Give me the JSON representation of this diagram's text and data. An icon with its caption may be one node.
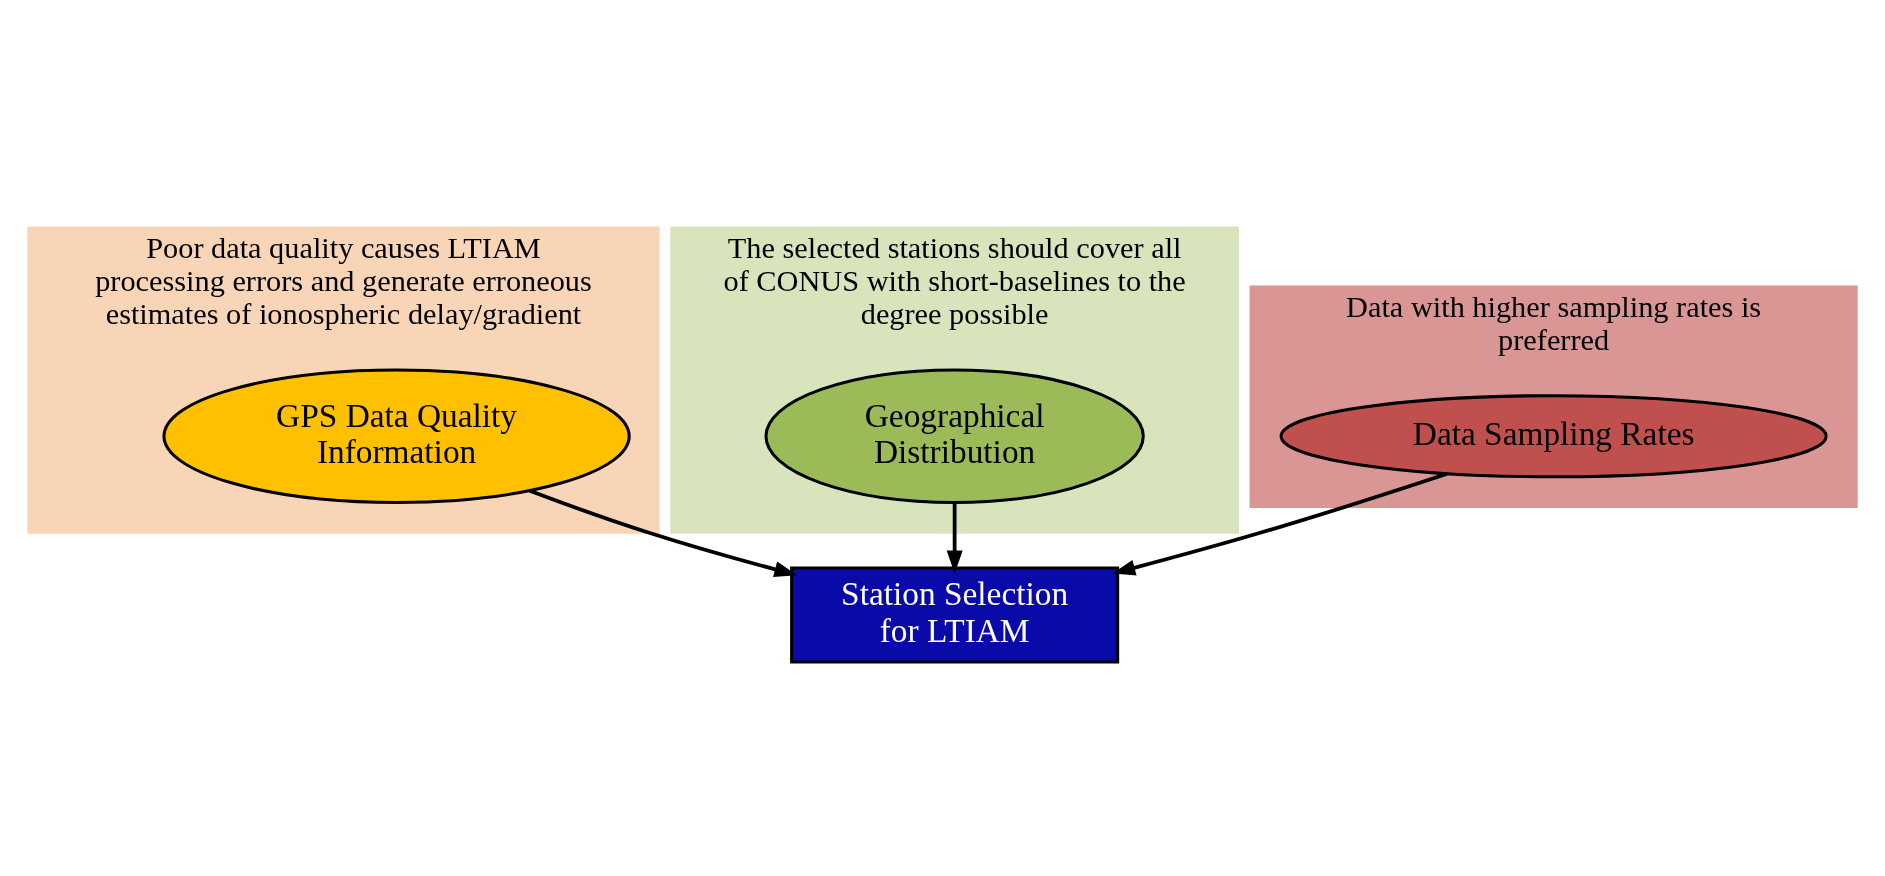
{
  "diagram": {
    "nodes": [
      {
        "text": [
          "Poor data quality causes LTIAM processing errors and generate erroneous estimates of ionospheric delay/gradient"
        ]
      },
      {
        "text": [
          "GPS Data Quality Information"
        ],
        "in": 0
      },
      {
        "text": [
          "Station Selection for LTIAM"
        ]
      },
      {
        "text": [
          "The selected stations should cover all of CONUS with short-baselines to the degree possible"
        ]
      },
      {
        "text": [
          "Geographical Distribution"
        ],
        "in": 3
      },
      {
        "text": [
          "Data with higher sampling rates is preferred"
        ]
      },
      {
        "text": [
          "Data Sampling Rates"
        ],
        "in": 5
      }
    ],
    "edges": [
      {
        "from": 1,
        "to": 2,
        "arrow": "to"
      },
      {
        "from": 4,
        "to": 2,
        "arrow": "to"
      },
      {
        "from": 6,
        "to": 2,
        "arrow": "to"
      }
    ]
  }
}
